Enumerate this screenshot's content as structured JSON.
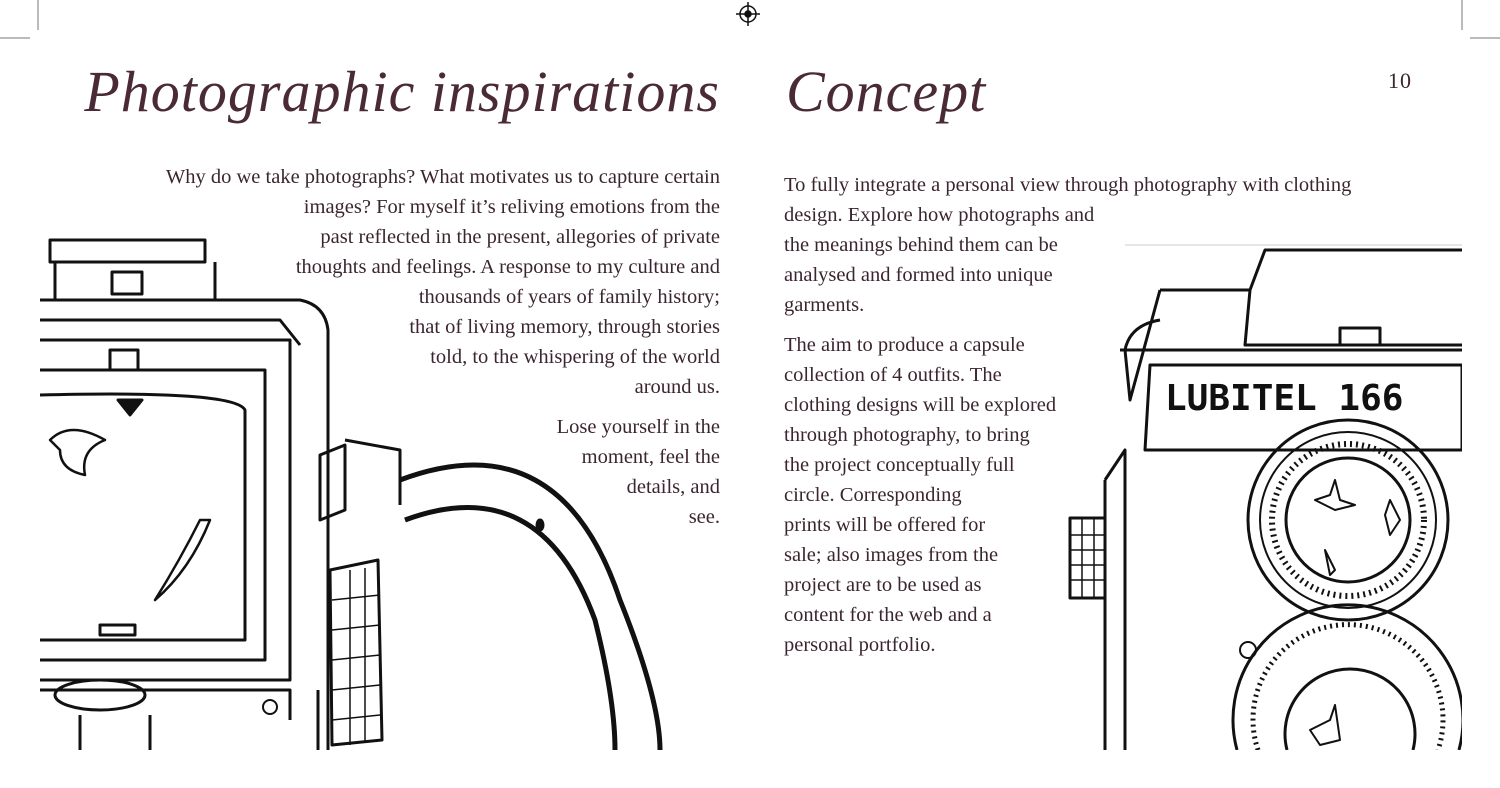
{
  "left_page": {
    "title": "Photographic inspirations",
    "paragraph1": [
      "Why do we take photographs? What motivates us to capture certain",
      "images? For myself it’s reliving emotions from the",
      "past reflected in the present, allegories of private",
      "thoughts and feelings. A response to my culture and",
      "thousands of years of family history;",
      "that of living memory, through stories",
      "told, to the whispering of the world",
      "around us."
    ],
    "paragraph2": [
      "Lose yourself in the",
      "moment, feel the",
      "details, and",
      "see."
    ]
  },
  "right_page": {
    "title": "Concept",
    "page_number": "10",
    "paragraph1": [
      "To fully integrate a personal view through photography with clothing",
      "design. Explore how photographs and",
      "the meanings behind them can be",
      "analysed and formed into unique",
      "garments."
    ],
    "paragraph2": [
      "The aim to produce a capsule",
      "collection of 4 outfits. The",
      "clothing designs will be explored",
      "through photography, to bring",
      "the project conceptually full",
      "circle. Corresponding",
      "prints will be offered for",
      "sale; also images from the",
      "project are to be used as",
      "content for the web and a",
      "personal portfolio."
    ],
    "camera_label": "LUBITEL 166"
  },
  "colors": {
    "text": "#3b2530",
    "title": "#4a2a36",
    "ink": "#111111"
  }
}
